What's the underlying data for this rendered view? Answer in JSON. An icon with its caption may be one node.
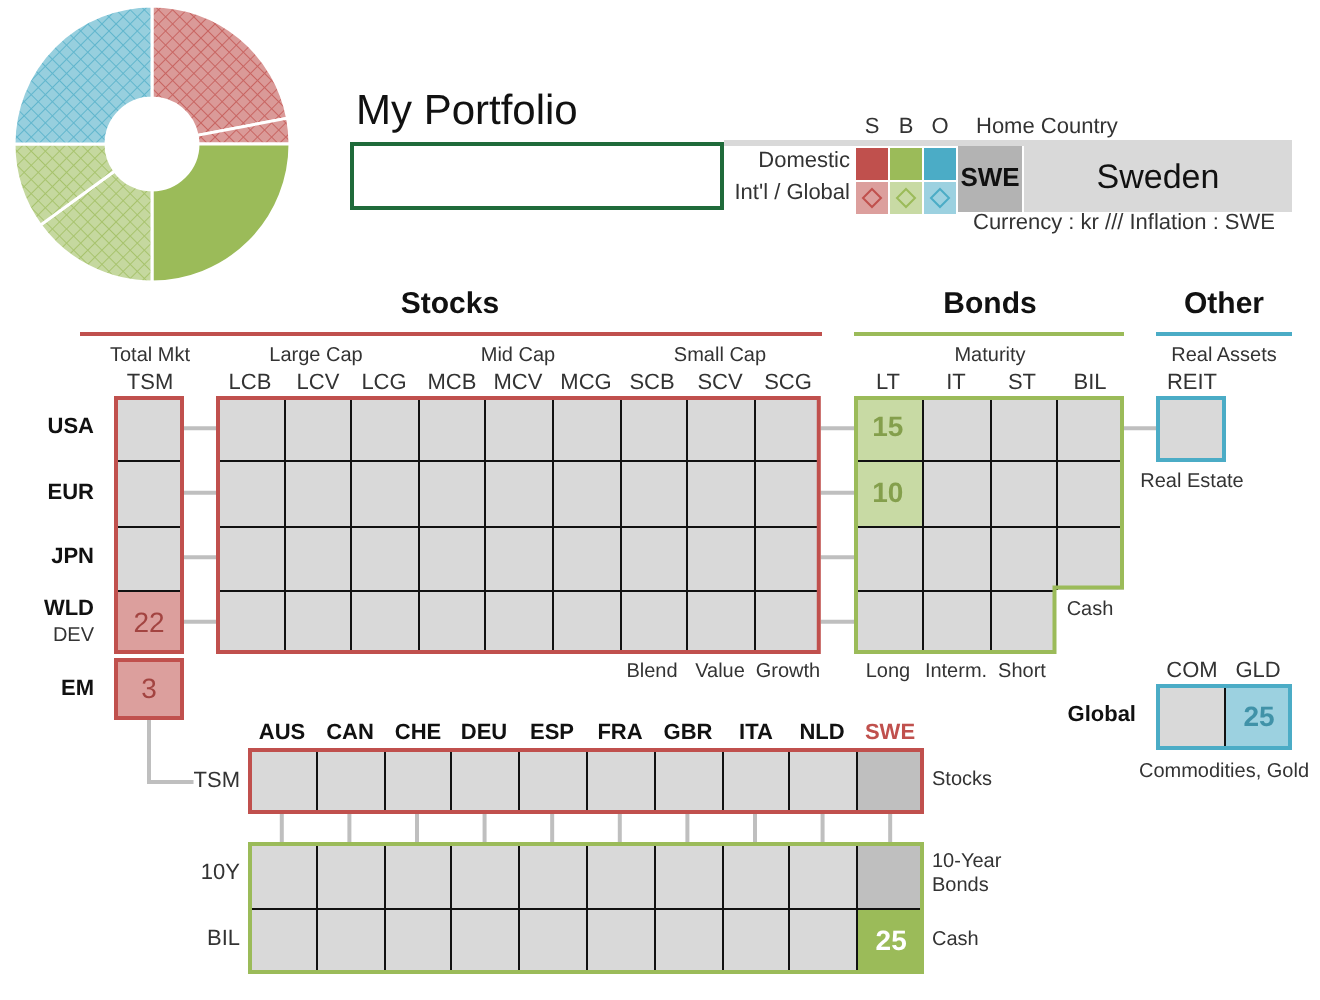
{
  "diagram": {
    "title": "My Portfolio",
    "nodes": [
      {
        "text": [
          "SWE"
        ]
      },
      {
        "text": [
          "Sweden"
        ]
      },
      {
        "text": [],
        "shape": "box"
      },
      {
        "text": [],
        "shape": "box",
        "in": 2
      },
      {
        "text": [],
        "shape": "box",
        "in": 2
      },
      {
        "text": [],
        "shape": "box",
        "in": 2
      },
      {
        "text": [
          "22"
        ],
        "in": 2
      },
      {
        "text": [],
        "shape": "box"
      },
      {
        "text": [],
        "shape": "box",
        "in": 7
      },
      {
        "text": [],
        "shape": "box",
        "in": 7
      },
      {
        "text": [],
        "shape": "box",
        "in": 7
      },
      {
        "text": [],
        "shape": "box",
        "in": 7
      },
      {
        "text": [],
        "shape": "box",
        "in": 7
      },
      {
        "text": [],
        "shape": "box",
        "in": 7
      },
      {
        "text": [],
        "shape": "box",
        "in": 7
      },
      {
        "text": [],
        "shape": "box",
        "in": 7
      },
      {
        "text": [],
        "shape": "box",
        "in": 7
      },
      {
        "text": [],
        "shape": "box",
        "in": 7
      },
      {
        "text": [],
        "shape": "box",
        "in": 7
      },
      {
        "text": [],
        "shape": "box",
        "in": 7
      },
      {
        "text": [],
        "shape": "box",
        "in": 7
      },
      {
        "text": [],
        "shape": "box",
        "in": 7
      },
      {
        "text": [],
        "shape": "box",
        "in": 7
      },
      {
        "text": [],
        "shape": "box",
        "in": 7
      },
      {
        "text": [],
        "shape": "box",
        "in": 7
      },
      {
        "text": [],
        "shape": "box",
        "in": 7
      },
      {
        "text": [],
        "shape": "box",
        "in": 7
      },
      {
        "text": [],
        "shape": "box",
        "in": 7
      },
      {
        "text": [],
        "shape": "box",
        "in": 7
      },
      {
        "text": [],
        "shape": "box",
        "in": 7
      },
      {
        "text": [],
        "shape": "box",
        "in": 7
      },
      {
        "text": [],
        "shape": "box",
        "in": 7
      },
      {
        "text": [],
        "shape": "box",
        "in": 7
      },
      {
        "text": [],
        "shape": "box",
        "in": 7
      },
      {
        "text": [],
        "shape": "box",
        "in": 7
      },
      {
        "text": [],
        "shape": "box",
        "in": 7
      },
      {
        "text": [],
        "shape": "box",
        "in": 7
      },
      {
        "text": [],
        "shape": "box",
        "in": 7
      },
      {
        "text": [],
        "shape": "box",
        "in": 7
      },
      {
        "text": [],
        "shape": "box",
        "in": 7
      },
      {
        "text": [],
        "shape": "box",
        "in": 7
      },
      {
        "text": [],
        "shape": "box",
        "in": 7
      },
      {
        "text": [],
        "shape": "box",
        "in": 7
      },
      {
        "text": [],
        "shape": "box",
        "in": 7
      },
      {
        "text": [],
        "shape": "box"
      },
      {
        "text": [
          "15"
        ],
        "in": 44
      },
      {
        "text": [],
        "shape": "box",
        "in": 44
      },
      {
        "text": [],
        "shape": "box",
        "in": 44
      },
      {
        "text": [],
        "shape": "box",
        "in": 44
      },
      {
        "text": [
          "10"
        ],
        "in": 44
      },
      {
        "text": [],
        "shape": "box",
        "in": 44
      },
      {
        "text": [],
        "shape": "box",
        "in": 44
      },
      {
        "text": [],
        "shape": "box",
        "in": 44
      },
      {
        "text": [],
        "shape": "box",
        "in": 44
      },
      {
        "text": [],
        "shape": "box",
        "in": 44
      },
      {
        "text": [],
        "shape": "box",
        "in": 44
      },
      {
        "text": [],
        "shape": "box",
        "in": 44
      },
      {
        "text": [],
        "shape": "box",
        "in": 44
      },
      {
        "text": [],
        "shape": "box",
        "in": 44
      },
      {
        "text": [],
        "shape": "box",
        "in": 44
      },
      {
        "text": [],
        "shape": "box"
      },
      {
        "text": [
          "3"
        ]
      },
      {
        "text": [],
        "shape": "box"
      },
      {
        "text": [],
        "shape": "box",
        "in": 62
      },
      {
        "text": [
          "25"
        ],
        "in": 62
      },
      {
        "text": [
          "TSM"
        ]
      },
      {
        "text": [],
        "shape": "box"
      },
      {
        "text": [],
        "shape": "box",
        "in": 66
      },
      {
        "text": [],
        "shape": "box",
        "in": 66
      },
      {
        "text": [],
        "shape": "box",
        "in": 66
      },
      {
        "text": [],
        "shape": "box",
        "in": 66
      },
      {
        "text": [],
        "shape": "box",
        "in": 66
      },
      {
        "text": [],
        "shape": "box",
        "in": 66
      },
      {
        "text": [],
        "shape": "box",
        "in": 66
      },
      {
        "text": [],
        "shape": "box",
        "in": 66
      },
      {
        "text": [],
        "shape": "box",
        "in": 66
      },
      {
        "text": [],
        "shape": "box",
        "in": 66
      },
      {
        "text": [],
        "shape": "box"
      },
      {
        "text": [],
        "shape": "box",
        "in": 77
      },
      {
        "text": [],
        "shape": "box",
        "in": 77
      },
      {
        "text": [],
        "shape": "box",
        "in": 77
      },
      {
        "text": [],
        "shape": "box",
        "in": 77
      },
      {
        "text": [],
        "shape": "box",
        "in": 77
      },
      {
        "text": [],
        "shape": "box",
        "in": 77
      },
      {
        "text": [],
        "shape": "box",
        "in": 77
      },
      {
        "text": [],
        "shape": "box",
        "in": 77
      },
      {
        "text": [],
        "shape": "box",
        "in": 77
      },
      {
        "text": [],
        "shape": "box",
        "in": 77
      },
      {
        "text": [],
        "shape": "box",
        "in": 77
      },
      {
        "text": [],
        "shape": "box",
        "in": 77
      },
      {
        "text": [],
        "shape": "box",
        "in": 77
      },
      {
        "text": [],
        "shape": "box",
        "in": 77
      },
      {
        "text": [],
        "shape": "box",
        "in": 77
      },
      {
        "text": [],
        "shape": "box",
        "in": 77
      },
      {
        "text": [],
        "shape": "box",
        "in": 77
      },
      {
        "text": [],
        "shape": "box",
        "in": 77
      },
      {
        "text": [],
        "shape": "box",
        "in": 77
      },
      {
        "text": [
          "25"
        ],
        "in": 77
      }
    ],
    "edges": [
      {
        "from": 3,
        "to": 8,
        "arrow": "none"
      },
      {
        "from": 4,
        "to": 17,
        "arrow": "none"
      },
      {
        "from": 5,
        "to": 26,
        "arrow": "none"
      },
      {
        "from": 6,
        "to": 35,
        "arrow": "none"
      },
      {
        "from": 16,
        "to": 45,
        "arrow": "none"
      },
      {
        "from": 25,
        "to": 49,
        "arrow": "none"
      },
      {
        "from": 34,
        "to": 53,
        "arrow": "none"
      },
      {
        "from": 43,
        "to": 57,
        "arrow": "none"
      },
      {
        "from": 48,
        "to": 60,
        "arrow": "none"
      },
      {
        "from": 61,
        "to": 65,
        "arrow": "none"
      },
      {
        "from": 67,
        "to": 78,
        "arrow": "none"
      },
      {
        "from": 68,
        "to": 79,
        "arrow": "none"
      },
      {
        "from": 69,
        "to": 80,
        "arrow": "none"
      },
      {
        "from": 70,
        "to": 81,
        "arrow": "none"
      },
      {
        "from": 71,
        "to": 82,
        "arrow": "none"
      },
      {
        "from": 72,
        "to": 83,
        "arrow": "none"
      },
      {
        "from": 73,
        "to": 84,
        "arrow": "none"
      },
      {
        "from": 74,
        "to": 85,
        "arrow": "none"
      },
      {
        "from": 75,
        "to": 86,
        "arrow": "none"
      },
      {
        "from": 76,
        "to": 87,
        "arrow": "none"
      }
    ],
    "labels": [
      "Home Country",
      "Currency : kr /// Inflation : SWE",
      "Stocks",
      "Bonds",
      "Other",
      "Total Mkt",
      "Large Cap",
      "Mid Cap",
      "Small Cap",
      "Maturity",
      "Real Assets",
      "TSM",
      "LCB",
      "LCV",
      "LCG",
      "MCB",
      "MCV",
      "MCG",
      "SCB",
      "SCV",
      "SCG",
      "LT",
      "IT",
      "ST",
      "BIL",
      "REIT",
      "USA",
      "Real Estate",
      "EUR",
      "JPN",
      "WLD",
      "Cash",
      "DEV",
      "Blend",
      "Value",
      "Growth",
      "Long",
      "Interm.",
      "Short",
      "COM",
      "GLD",
      "EM",
      "Global",
      "AUS",
      "CAN",
      "CHE",
      "DEU",
      "ESP",
      "FRA",
      "GBR",
      "ITA",
      "NLD",
      "SWE",
      "Stocks",
      "Commodities, Gold",
      "10Y",
      "10-Year Bonds",
      "BIL",
      "Cash"
    ],
    "legend": [
      {
        "text": "S",
        "color": "#c0504d"
      },
      {
        "text": "B",
        "color": "#9bbb59"
      },
      {
        "text": "O",
        "color": "#4bacc6"
      },
      {
        "text": "Domestic"
      },
      {
        "text": "Int'l / Global"
      }
    ],
    "chart_data": {
      "type": "donut",
      "values": [
        22,
        3,
        25,
        15,
        10,
        25
      ]
    }
  }
}
